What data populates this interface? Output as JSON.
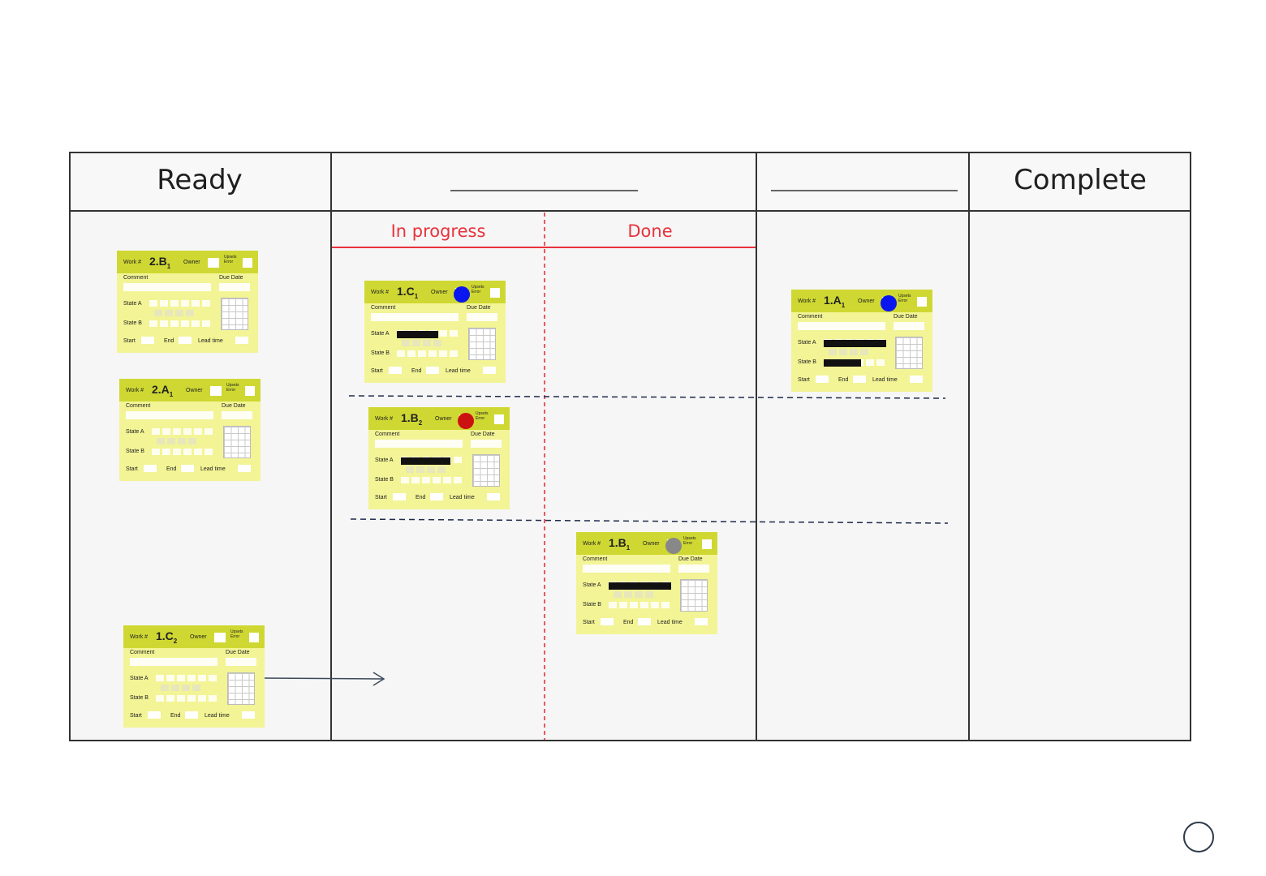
{
  "board": {
    "columns": [
      {
        "id": "ready",
        "title": "Ready"
      },
      {
        "id": "stage-1",
        "title": ""
      },
      {
        "id": "stage-2",
        "title": ""
      },
      {
        "id": "complete",
        "title": "Complete"
      }
    ],
    "subcolumns": [
      {
        "id": "in-progress",
        "title": "In progress"
      },
      {
        "id": "done",
        "title": "Done"
      }
    ]
  },
  "card_labels": {
    "work": "Work #",
    "owner": "Owner",
    "upsets": "Upsets\nError",
    "comment": "Comment",
    "due_date": "Due Date",
    "state_a": "State A",
    "state_b": "State B",
    "start": "Start",
    "end": "End",
    "lead_time": "Lead time"
  },
  "cards": [
    {
      "id": "2.B1",
      "work_id": "2.B",
      "suffix": "1",
      "owner_color": null,
      "state_a_bar": 0,
      "state_b_bar": 0
    },
    {
      "id": "2.A1",
      "work_id": "2.A",
      "suffix": "1",
      "owner_color": null,
      "state_a_bar": 0,
      "state_b_bar": 0
    },
    {
      "id": "1.C2",
      "work_id": "1.C",
      "suffix": "2",
      "owner_color": null,
      "state_a_bar": 0,
      "state_b_bar": 0
    },
    {
      "id": "1.C1",
      "work_id": "1.C",
      "suffix": "1",
      "owner_color": "#0a16f0",
      "state_a_bar": 0.5,
      "state_b_bar": 0
    },
    {
      "id": "1.B2",
      "work_id": "1.B",
      "suffix": "2",
      "owner_color": "#cc1111",
      "state_a_bar": 0.6,
      "state_b_bar": 0
    },
    {
      "id": "1.B1",
      "work_id": "1.B",
      "suffix": "1",
      "owner_color": "#888888",
      "state_a_bar": 0.75,
      "state_b_bar": 0
    },
    {
      "id": "1.A1",
      "work_id": "1.A",
      "suffix": "1",
      "owner_color": "#0a16f0",
      "state_a_bar": 0.75,
      "state_b_bar": 0.45
    }
  ],
  "colors": {
    "card_fill": "#f3f495",
    "card_header": "#cfd832",
    "subheader_red": "#e8323c",
    "lane_divider": "#1e2a4a",
    "frame": "#333333"
  }
}
